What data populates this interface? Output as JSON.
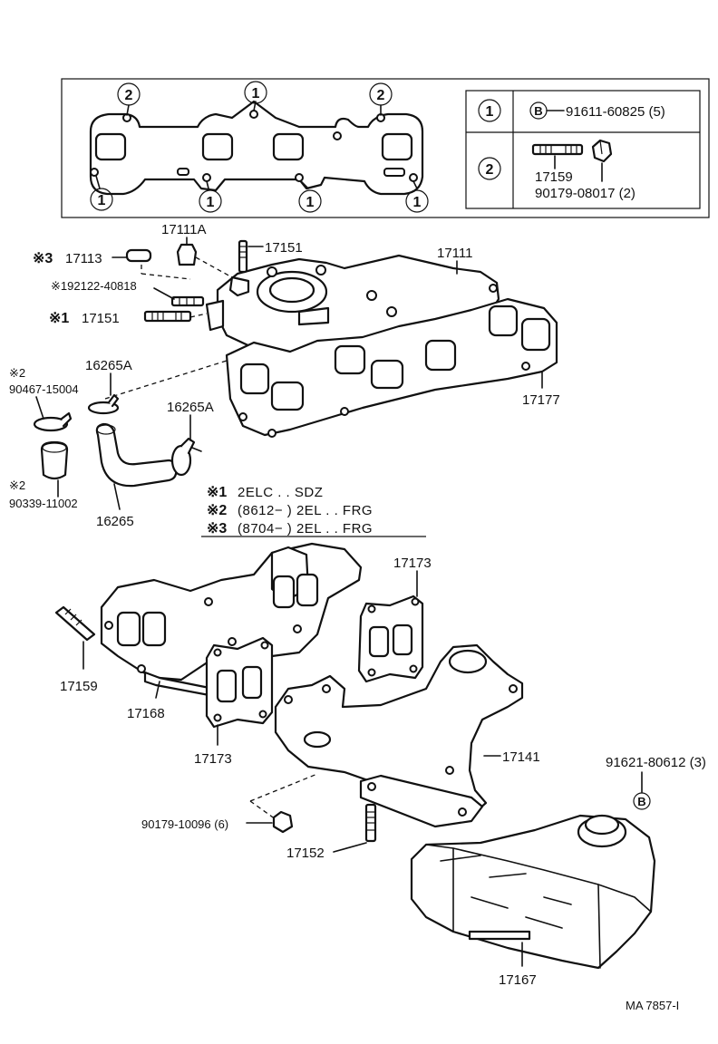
{
  "gasket_key": {
    "top_markers": [
      "2",
      "1",
      "2"
    ],
    "bottom_markers": [
      "1",
      "1",
      "1",
      "1"
    ]
  },
  "legend_table": {
    "row1": {
      "marker": "1",
      "bolt_symbol": "B",
      "part": "91611-60825 (5)"
    },
    "row2": {
      "marker": "2",
      "stud": "17159",
      "nut": "90179-08017 (2)"
    }
  },
  "callouts": {
    "c17111A": "17111A",
    "c17113_mark": "※3",
    "c17113": "17113",
    "c17151_top": "17151",
    "c192122": "※192122-40818",
    "c17151_mark": "※1",
    "c17151_side": "17151",
    "c17111": "17111",
    "c17177": "17177",
    "c2_mark_a": "※2",
    "c90467": "90467-15004",
    "c16265A_a": "16265A",
    "c16265A_b": "16265A",
    "c2_mark_b": "※2",
    "c90339": "90339-11002",
    "c16265": "16265",
    "c17173_top": "17173",
    "c17159": "17159",
    "c17168": "17168",
    "c17173_bot": "17173",
    "c17141": "17141",
    "c91621": "91621-80612 (3)",
    "c91621_symbol": "B",
    "c90179": "90179-10096 (6)",
    "c17152": "17152",
    "c17167": "17167"
  },
  "notes": {
    "n1_mark": "※1",
    "n1_text": "2ELC . . SDZ",
    "n2_mark": "※2",
    "n2_text": "(8612−         ) 2EL . . FRG",
    "n3_mark": "※3",
    "n3_text": "(8704−         ) 2EL . . FRG"
  },
  "footer": {
    "code": "MA  7857-I"
  }
}
